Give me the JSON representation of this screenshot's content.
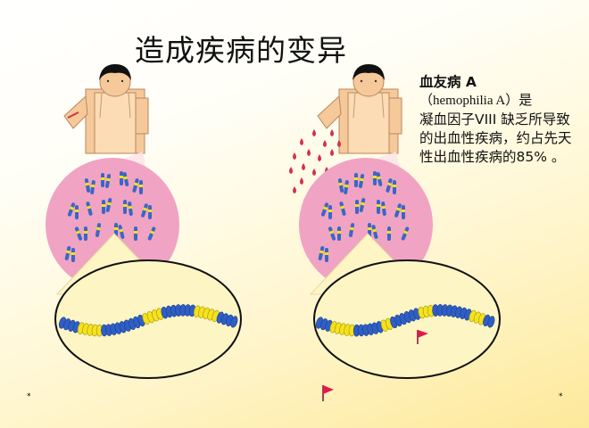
{
  "slide": {
    "title": "造成疾病的变异"
  },
  "description": {
    "line_disease": "血友病  A",
    "line_english": "（hemophilia A）是",
    "line_body": "凝血因子VIII  缺乏所导致的出血性疾病，约占先天性出血性疾病的85%  。"
  },
  "bullets": {
    "left": "*",
    "right": "*"
  },
  "colors": {
    "skin": "#f6c99a",
    "apron": "#f9d3a8",
    "nucleus": "#f0a3c3",
    "chromosome": "#3a66c8",
    "band": "#f2e01c",
    "zoom": "#fdf5c4",
    "blood": "#d6304a",
    "flag": "#e2174f"
  },
  "icons": [
    "person-figure",
    "blood-drop",
    "mutation-flag"
  ]
}
